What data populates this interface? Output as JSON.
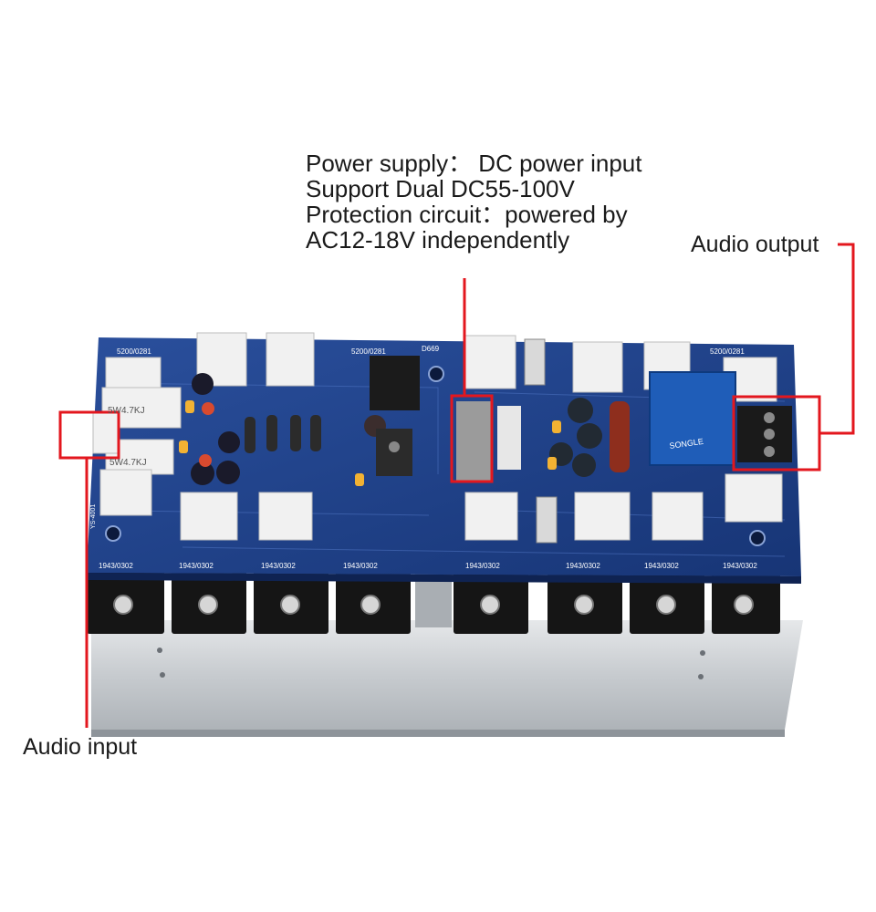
{
  "annotations": {
    "power_supply": {
      "line1": "Power supply：  DC power input",
      "line2": "Support Dual DC55-100V",
      "line3": "Protection circuit：powered by",
      "line4": "AC12-18V independently"
    },
    "audio_output": "Audio output",
    "audio_input": "Audio input"
  },
  "board": {
    "transistor_labels": [
      "1943/0302",
      "1943/0302",
      "1943/0302",
      "1943/0302",
      "1943/0302",
      "1943/0302",
      "1943/0302",
      "1943/0302"
    ],
    "top_labels": [
      "5200/0281",
      "5200/0281",
      "5200/0281"
    ],
    "driver_label": "D669",
    "resistor_labels": [
      "5W4.7KJ",
      "5W4.7KJ"
    ],
    "relay_label": "SONGLE",
    "side_label": "YS-4001"
  },
  "colors": {
    "callout_red": "#e3171e",
    "pcb_blue": "#1d3f86",
    "heatsink": "#c9cdd1"
  }
}
